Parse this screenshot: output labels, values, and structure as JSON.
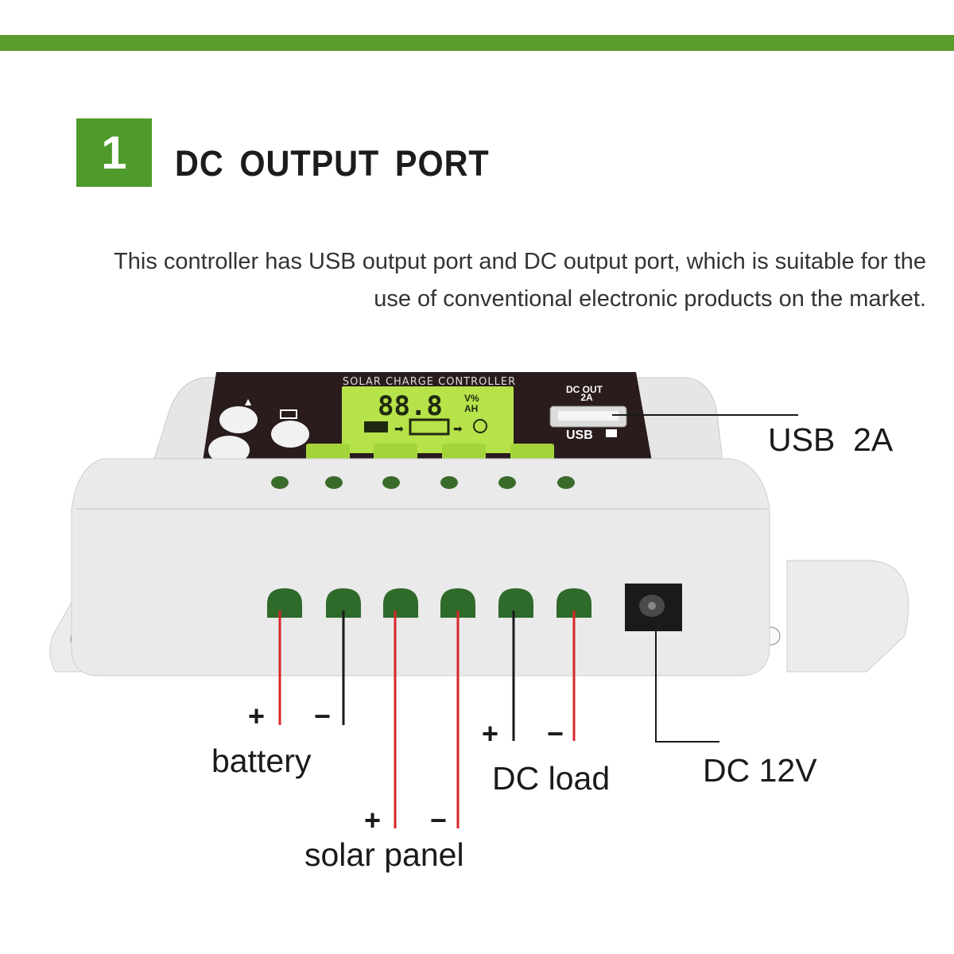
{
  "header": {
    "step_number": "1",
    "title": "DC OUTPUT PORT",
    "description": "This controller has USB output port and DC output port, which is suitable for the use of conventional electronic products on the market."
  },
  "device": {
    "panel_title": "SOLAR CHARGE CONTROLLER",
    "lcd_reading": "88.8",
    "lcd_units_top": "V%",
    "lcd_units_bottom": "AH",
    "usb_caption_top": "DC OUT",
    "usb_caption_bottom": "2A",
    "usb_label": "USB"
  },
  "callouts": {
    "usb": "USB  2A",
    "dc_jack": "DC 12V",
    "battery": {
      "label": "battery",
      "plus": "+",
      "minus": "−"
    },
    "solar_panel": {
      "label": "solar panel",
      "plus": "+",
      "minus": "−"
    },
    "dc_load": {
      "label": "DC load",
      "plus": "+",
      "minus": "−"
    }
  },
  "colors": {
    "accent_green": "#5b9b2c",
    "lcd_green": "#b7e34a",
    "wire_red": "#d8262a",
    "wire_black": "#1a1a1a"
  }
}
